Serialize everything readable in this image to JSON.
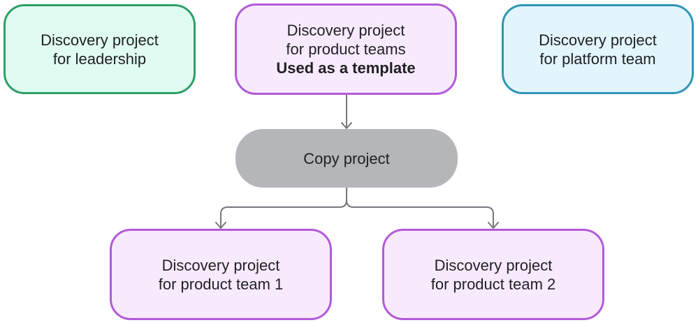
{
  "diagram": {
    "nodes": {
      "leadership": {
        "lines": [
          "Discovery project",
          "for leadership"
        ],
        "color": "#2e9e68",
        "fill": "#e0fbf1"
      },
      "template": {
        "lines": [
          "Discovery project",
          "for product teams"
        ],
        "emphasis": "Used as a template",
        "color": "#b25ad9",
        "fill": "#f8eafd"
      },
      "platform": {
        "lines": [
          "Discovery project",
          "for platform team"
        ],
        "color": "#2f96b7",
        "fill": "#e2f5fd"
      },
      "copy": {
        "label": "Copy project",
        "fill": "#b5b6ba"
      },
      "team1": {
        "lines": [
          "Discovery project",
          "for product team 1"
        ],
        "color": "#b25ad9",
        "fill": "#f8eafd"
      },
      "team2": {
        "lines": [
          "Discovery project",
          "for product team 2"
        ],
        "color": "#b25ad9",
        "fill": "#f8eafd"
      }
    },
    "edges": [
      {
        "from": "template",
        "to": "copy"
      },
      {
        "from": "copy",
        "to": "team1"
      },
      {
        "from": "copy",
        "to": "team2"
      }
    ],
    "connector_color": "#76777d"
  }
}
